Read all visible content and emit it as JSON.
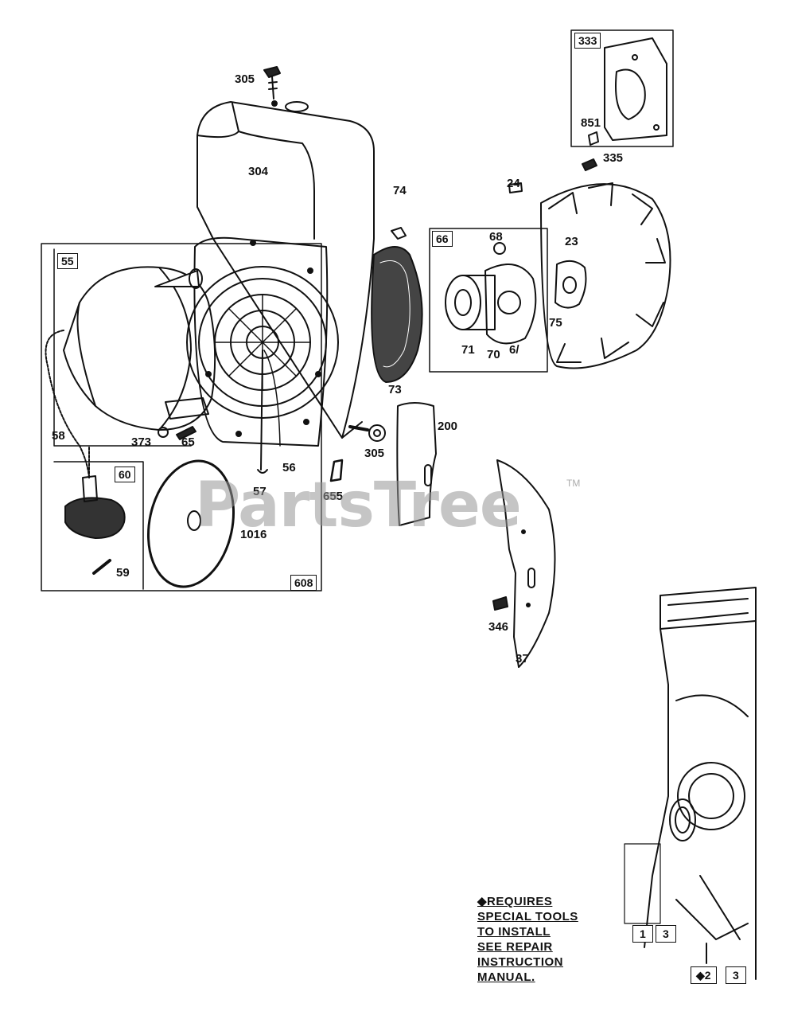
{
  "labels": {
    "p305a": "305",
    "p304": "304",
    "p333": "333",
    "p851": "851",
    "p335": "335",
    "p24": "24",
    "p74": "74",
    "p66": "66",
    "p68": "68",
    "p23": "23",
    "p55": "55",
    "p75": "75",
    "p71": "71",
    "p70": "70",
    "p67": "6/",
    "p73": "73",
    "p200": "200",
    "p58": "58",
    "p373": "373",
    "p65": "65",
    "p56": "56",
    "p305b": "305",
    "p60": "60",
    "p57": "57",
    "p655": "655",
    "p1016": "1016",
    "p59": "59",
    "p608": "608",
    "p346": "346",
    "p37": "37",
    "b1": "1",
    "b3a": "3",
    "b2": "◆2",
    "b3b": "3"
  },
  "note": {
    "line1": "◆REQUIRES",
    "line2": "SPECIAL TOOLS",
    "line3": "TO INSTALL",
    "line4": "SEE REPAIR",
    "line5": "INSTRUCTION",
    "line6": "MANUAL."
  },
  "watermark": {
    "text": "PartsTree",
    "tm": "TM"
  }
}
